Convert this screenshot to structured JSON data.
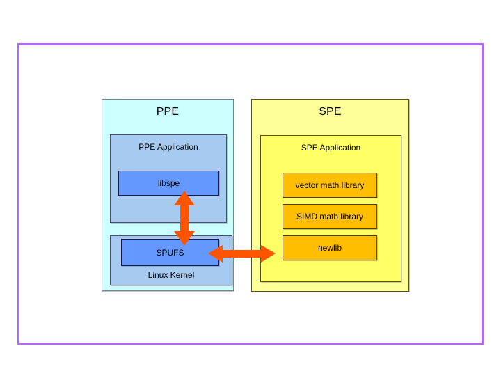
{
  "diagram": {
    "frame": {
      "border_color": "#B368F7"
    },
    "ppe": {
      "title": "PPE",
      "background": "#CCFFFF",
      "application": {
        "title": "PPE Application",
        "background": "#A6CAF0",
        "component": {
          "label": "libspe",
          "background": "#6699FF"
        }
      },
      "kernel": {
        "label": "Linux Kernel",
        "background": "#A6CAF0",
        "component": {
          "label": "SPUFS",
          "background": "#6699FF"
        }
      }
    },
    "spe": {
      "title": "SPE",
      "background": "#FFFF99",
      "application": {
        "title": "SPE Application",
        "background": "#FFFF66",
        "libraries": [
          {
            "label": "vector math library",
            "background": "#FFBF00"
          },
          {
            "label": "SIMD math library",
            "background": "#FFBF00"
          },
          {
            "label": "newlib",
            "background": "#FFBF00"
          }
        ]
      }
    },
    "connectors": [
      {
        "name": "libspe-spufs-link",
        "style": "double-headed-vertical",
        "color": "#FF5500",
        "from": "libspe",
        "to": "SPUFS"
      },
      {
        "name": "spufs-spe-link",
        "style": "double-headed-horizontal",
        "color": "#FF5500",
        "from": "SPUFS",
        "to": "SPE Application"
      }
    ]
  }
}
